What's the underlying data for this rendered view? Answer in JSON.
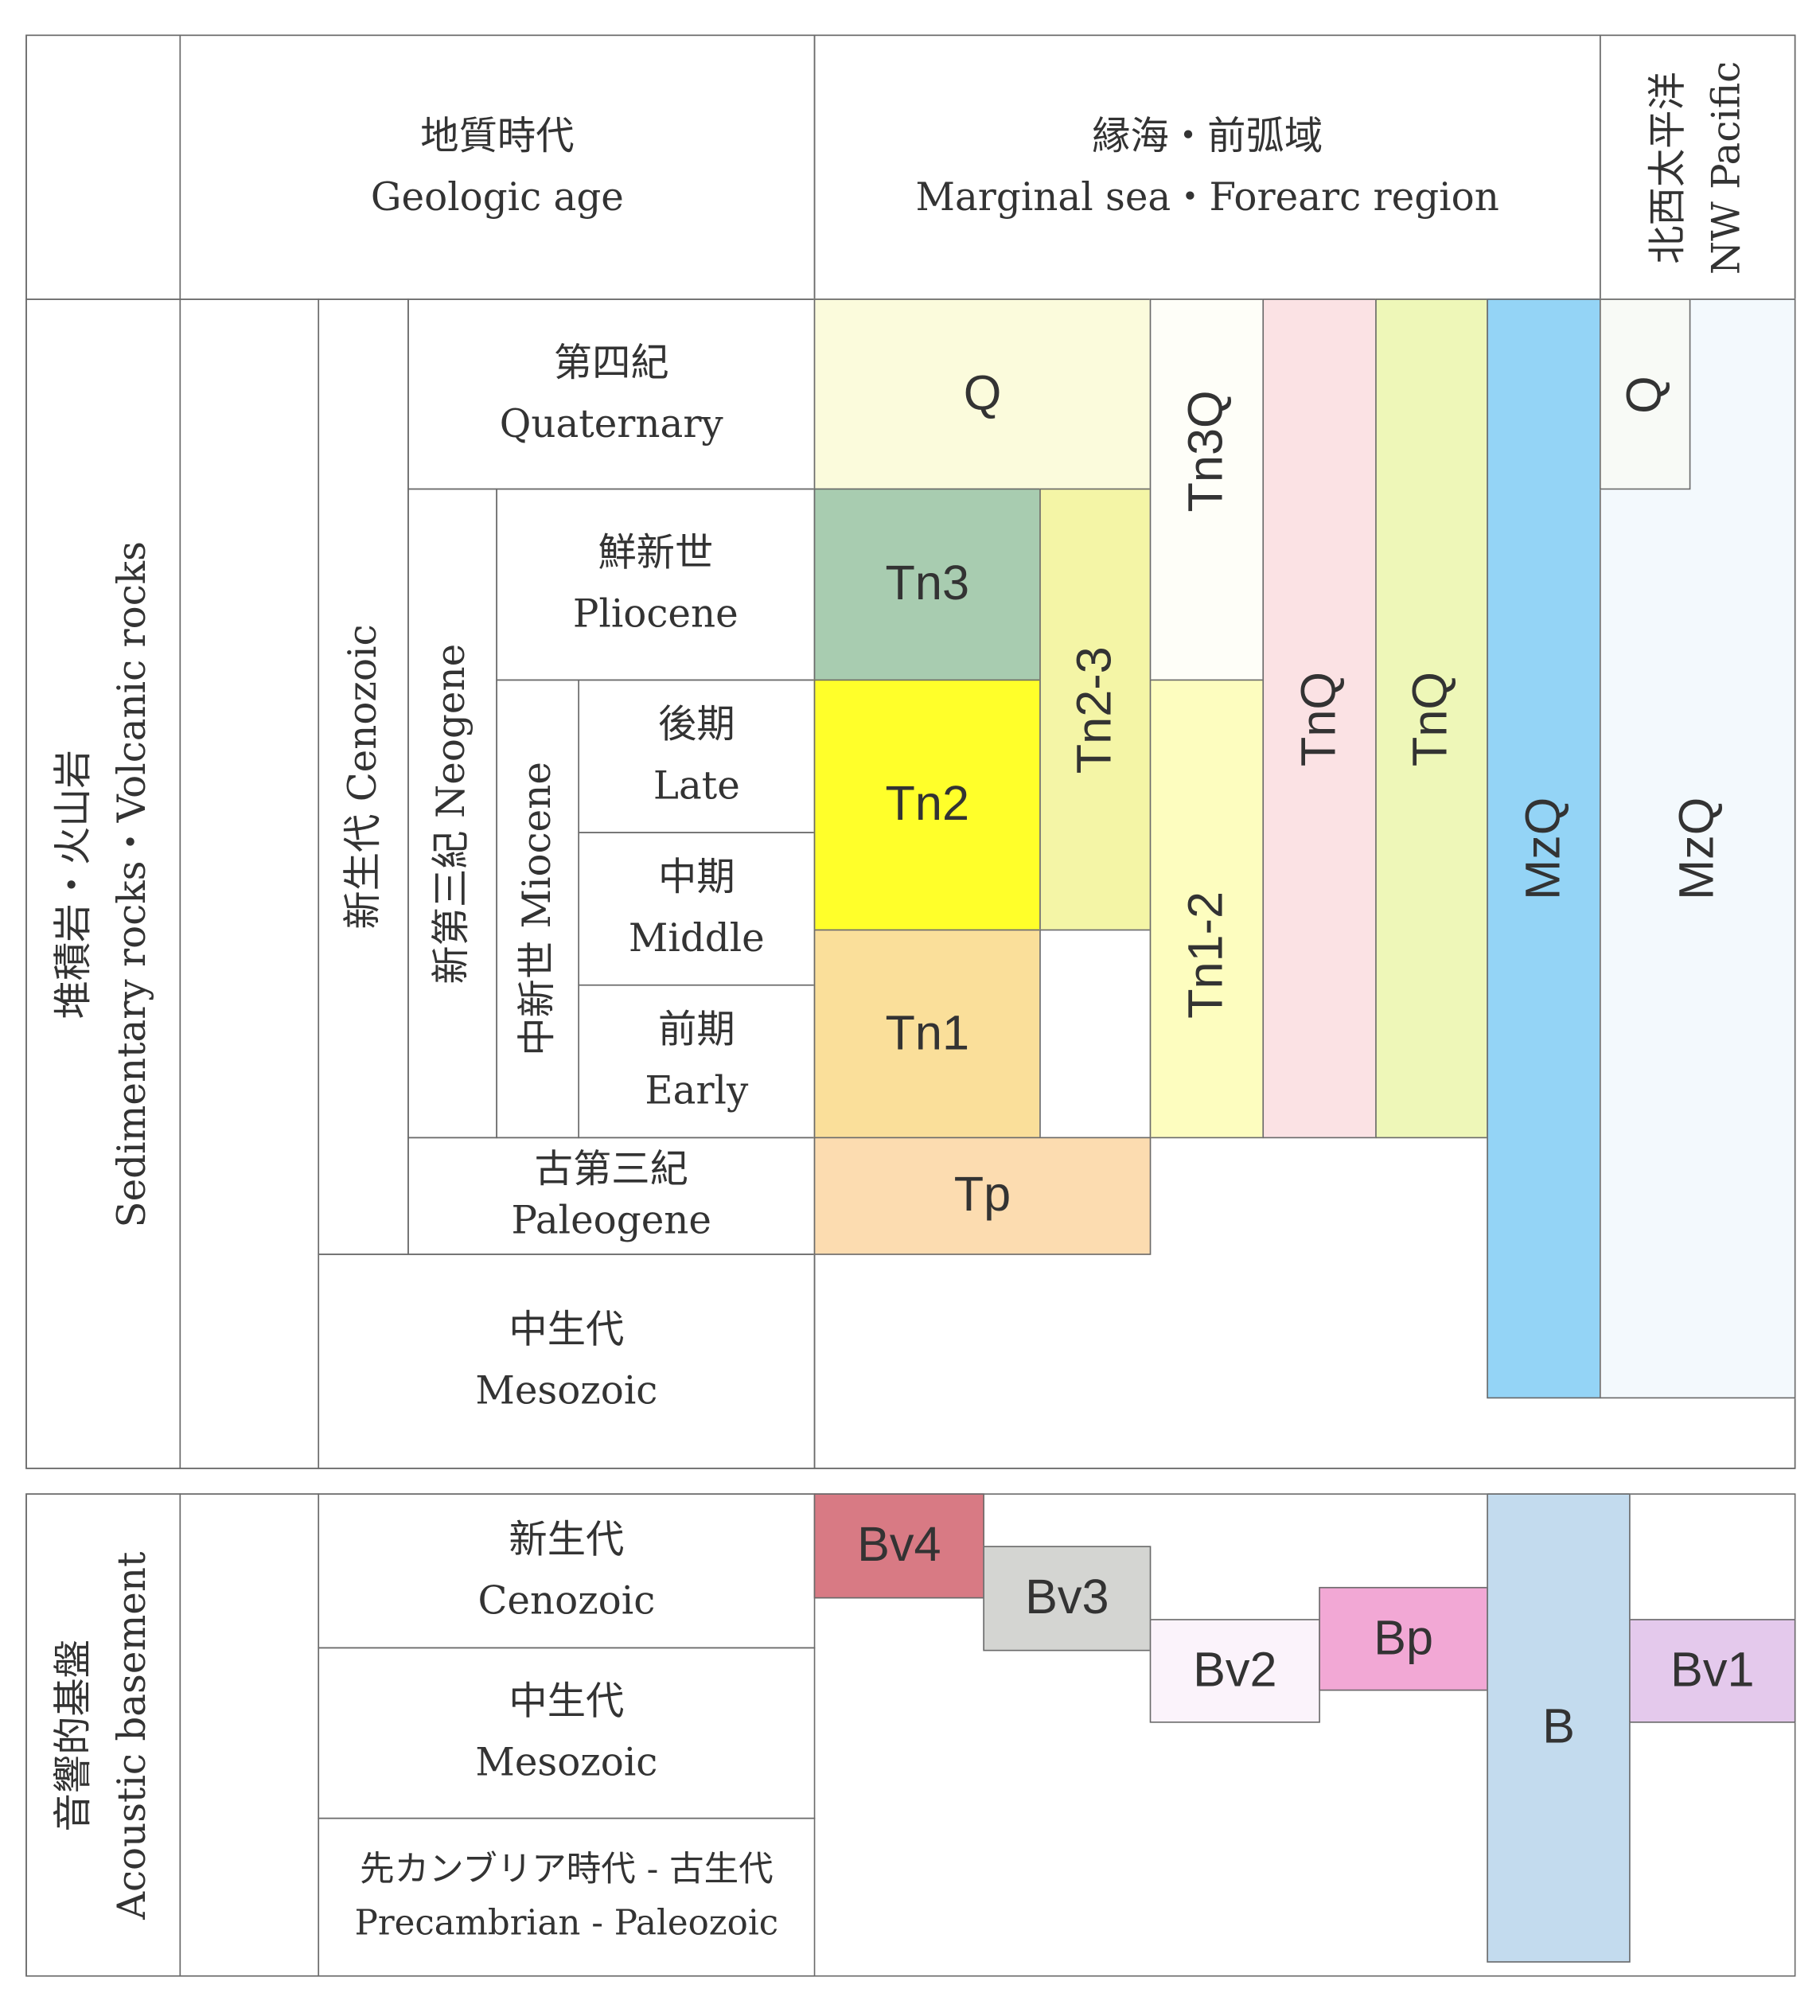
{
  "header": {
    "age_ja": "地質時代",
    "age_en": "Geologic age",
    "marginal_ja": "縁海・前弧域",
    "marginal_en": "Marginal sea・Forearc region",
    "pacific_ja": "北西太平洋",
    "pacific_en": "NW Pacific"
  },
  "sedimentary": {
    "group_ja": "堆積岩・火山岩",
    "group_en": "Sedimentary rocks・Volcanic rocks",
    "cenozoic": "新生代 Cenozoic",
    "neogene": "新第三紀 Neogene",
    "miocene": "中新世 Miocene",
    "quaternary_ja": "第四紀",
    "quaternary_en": "Quaternary",
    "pliocene_ja": "鮮新世",
    "pliocene_en": "Pliocene",
    "late_ja": "後期",
    "late_en": "Late",
    "middle_ja": "中期",
    "middle_en": "Middle",
    "early_ja": "前期",
    "early_en": "Early",
    "paleogene_ja": "古第三紀",
    "paleogene_en": "Paleogene",
    "mesozoic_ja": "中生代",
    "mesozoic_en": "Mesozoic"
  },
  "units": {
    "Q": "Q",
    "Tn3": "Tn3",
    "Tn2": "Tn2",
    "Tn1": "Tn1",
    "Tn23": "Tn2-3",
    "Tn3Q": "Tn3Q",
    "Tn12": "Tn1-2",
    "TnQ1": "TnQ",
    "TnQ2": "TnQ",
    "MzQ1": "MzQ",
    "Tp": "Tp",
    "Qp": "Q",
    "MzQ2": "MzQ"
  },
  "basement": {
    "group_ja": "音響的基盤",
    "group_en": "Acoustic basement",
    "cenozoic_ja": "新生代",
    "cenozoic_en": "Cenozoic",
    "mesozoic_ja": "中生代",
    "mesozoic_en": "Mesozoic",
    "pre_ja": "先カンブリア時代 - 古生代",
    "pre_en": "Precambrian - Paleozoic",
    "units": {
      "Bv4": "Bv4",
      "Bv3": "Bv3",
      "Bv2": "Bv2",
      "Bp": "Bp",
      "B": "B",
      "Bv1": "Bv1"
    }
  },
  "colors": {
    "Q": "#fbfbdc",
    "Tn3": "#a8ccb0",
    "Tn2": "#ffff2a",
    "Tn1": "#fadf9a",
    "Tn23": "#f4f5a6",
    "Tn12": "#fdfdbf",
    "TnQ1": "#fbe2e4",
    "TnQ2": "#eef7b8",
    "MzQ1": "#94d4f6",
    "Tp": "#fcdcb0",
    "MzQ2": "#f3f9fd",
    "Bv4": "#d87a84",
    "Bv3": "#d4d5d2",
    "Bv2": "#fbf3fb",
    "Bp": "#f2a8d5",
    "B": "#c3dbee",
    "Bv1": "#e4c9ec"
  }
}
